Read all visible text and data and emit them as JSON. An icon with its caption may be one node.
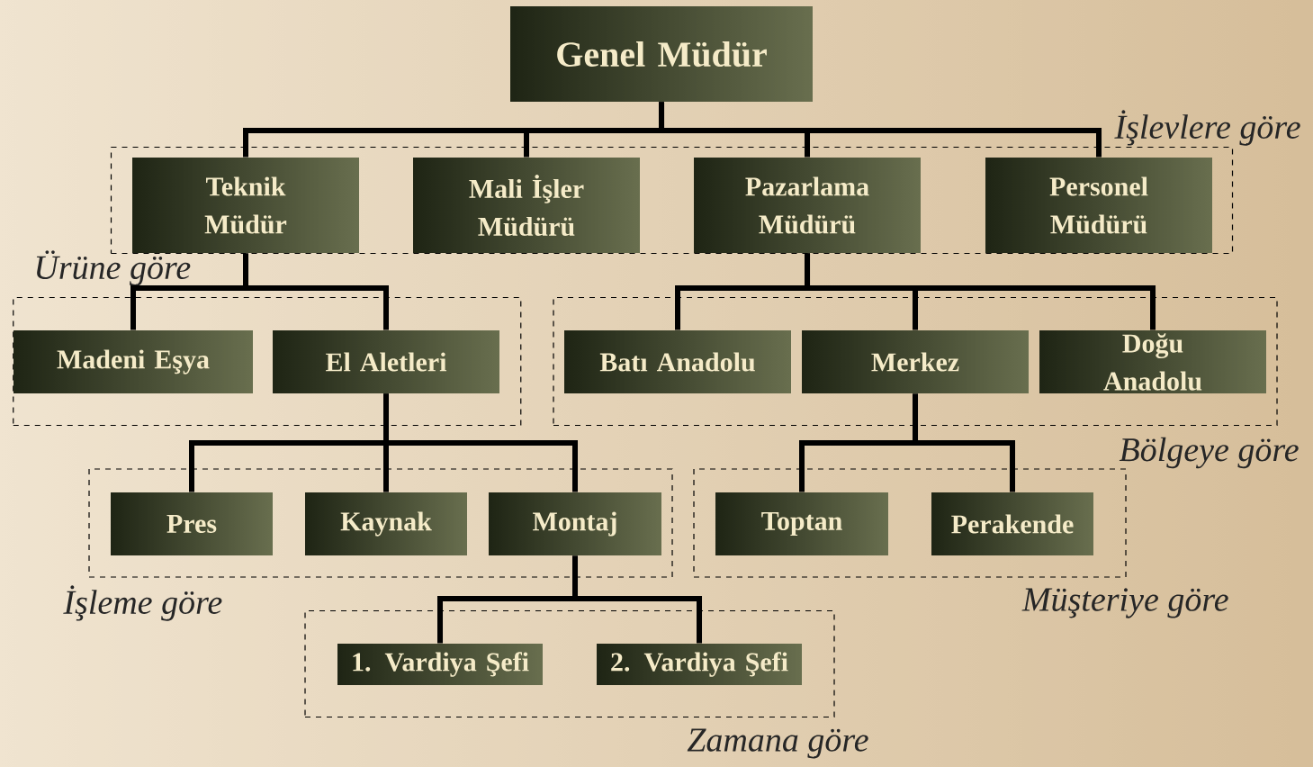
{
  "diagram": {
    "nodes": [
      {
        "text": [
          "Genel Müdür"
        ]
      },
      {
        "text": [
          "İşlevlere göre"
        ]
      },
      {
        "text": [
          "Teknik Müdür"
        ],
        "in": 1
      },
      {
        "text": [
          "Mali İşler Müdürü"
        ],
        "in": 1
      },
      {
        "text": [
          "Pazarlama Müdürü"
        ],
        "in": 1
      },
      {
        "text": [
          "Personel Müdürü"
        ],
        "in": 1
      },
      {
        "text": [
          "Ürüne göre"
        ]
      },
      {
        "text": [
          "Madeni Eşya"
        ],
        "in": 6
      },
      {
        "text": [
          "El Aletleri"
        ],
        "in": 6
      },
      {
        "text": [
          "Bölgeye göre"
        ]
      },
      {
        "text": [
          "Batı Anadolu"
        ],
        "in": 9
      },
      {
        "text": [
          "Merkez"
        ],
        "in": 9
      },
      {
        "text": [
          "Doğu Anadolu"
        ],
        "in": 9
      },
      {
        "text": [
          "İşleme göre"
        ]
      },
      {
        "text": [
          "Pres"
        ],
        "in": 13
      },
      {
        "text": [
          "Kaynak"
        ],
        "in": 13
      },
      {
        "text": [
          "Montaj"
        ],
        "in": 13
      },
      {
        "text": [
          "Müşteriye göre"
        ]
      },
      {
        "text": [
          "Toptan"
        ],
        "in": 17
      },
      {
        "text": [
          "Perakende"
        ],
        "in": 17
      },
      {
        "text": [
          "Zamana göre"
        ]
      },
      {
        "text": [
          "1. Vardiya Şefi"
        ],
        "in": 20
      },
      {
        "text": [
          "2. Vardiya Şefi"
        ],
        "in": 20
      }
    ],
    "edges": [
      {
        "from": 0,
        "to": 2,
        "arrow": "none"
      },
      {
        "from": 0,
        "to": 3,
        "arrow": "none"
      },
      {
        "from": 0,
        "to": 4,
        "arrow": "none"
      },
      {
        "from": 0,
        "to": 5,
        "arrow": "none"
      },
      {
        "from": 2,
        "to": 7,
        "arrow": "none"
      },
      {
        "from": 2,
        "to": 8,
        "arrow": "none"
      },
      {
        "from": 4,
        "to": 10,
        "arrow": "none"
      },
      {
        "from": 4,
        "to": 11,
        "arrow": "none"
      },
      {
        "from": 4,
        "to": 12,
        "arrow": "none"
      },
      {
        "from": 8,
        "to": 14,
        "arrow": "none"
      },
      {
        "from": 8,
        "to": 15,
        "arrow": "none"
      },
      {
        "from": 8,
        "to": 16,
        "arrow": "none"
      },
      {
        "from": 11,
        "to": 18,
        "arrow": "none"
      },
      {
        "from": 11,
        "to": 19,
        "arrow": "none"
      },
      {
        "from": 16,
        "to": 21,
        "arrow": "none"
      },
      {
        "from": 16,
        "to": 22,
        "arrow": "none"
      }
    ]
  }
}
